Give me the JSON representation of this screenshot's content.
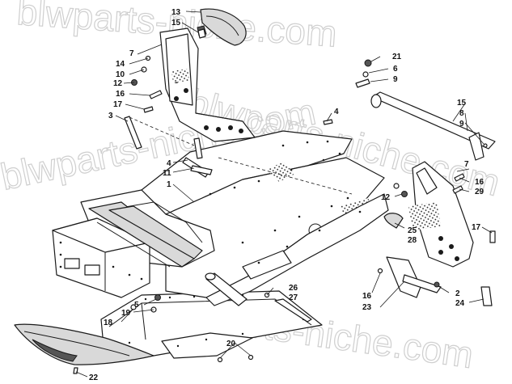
{
  "watermark": "blwparts-niche.com",
  "callouts": {
    "c1": "1",
    "c2": "2",
    "c3": "3",
    "c4a": "4",
    "c4b": "4",
    "c5": "5",
    "c6": "6",
    "c7a": "7",
    "c7b": "7",
    "c8": "8",
    "c9a": "9",
    "c9b": "9",
    "c10": "10",
    "c11": "11",
    "c12a": "12",
    "c12b": "12",
    "c13": "13",
    "c14": "14",
    "c15a": "15",
    "c15b": "15",
    "c16a": "16",
    "c16b": "16",
    "c16c": "16",
    "c17a": "17",
    "c17b": "17",
    "c18": "18",
    "c19": "19",
    "c20": "20",
    "c21": "21",
    "c22": "22",
    "c23": "23",
    "c24": "24",
    "c25": "25",
    "c26": "26",
    "c27": "27",
    "c28": "28",
    "c29": "29"
  },
  "colors": {
    "ink": "#1a1a1a",
    "watermark": "#cfcfcf",
    "shade": "#d9d9d9"
  }
}
